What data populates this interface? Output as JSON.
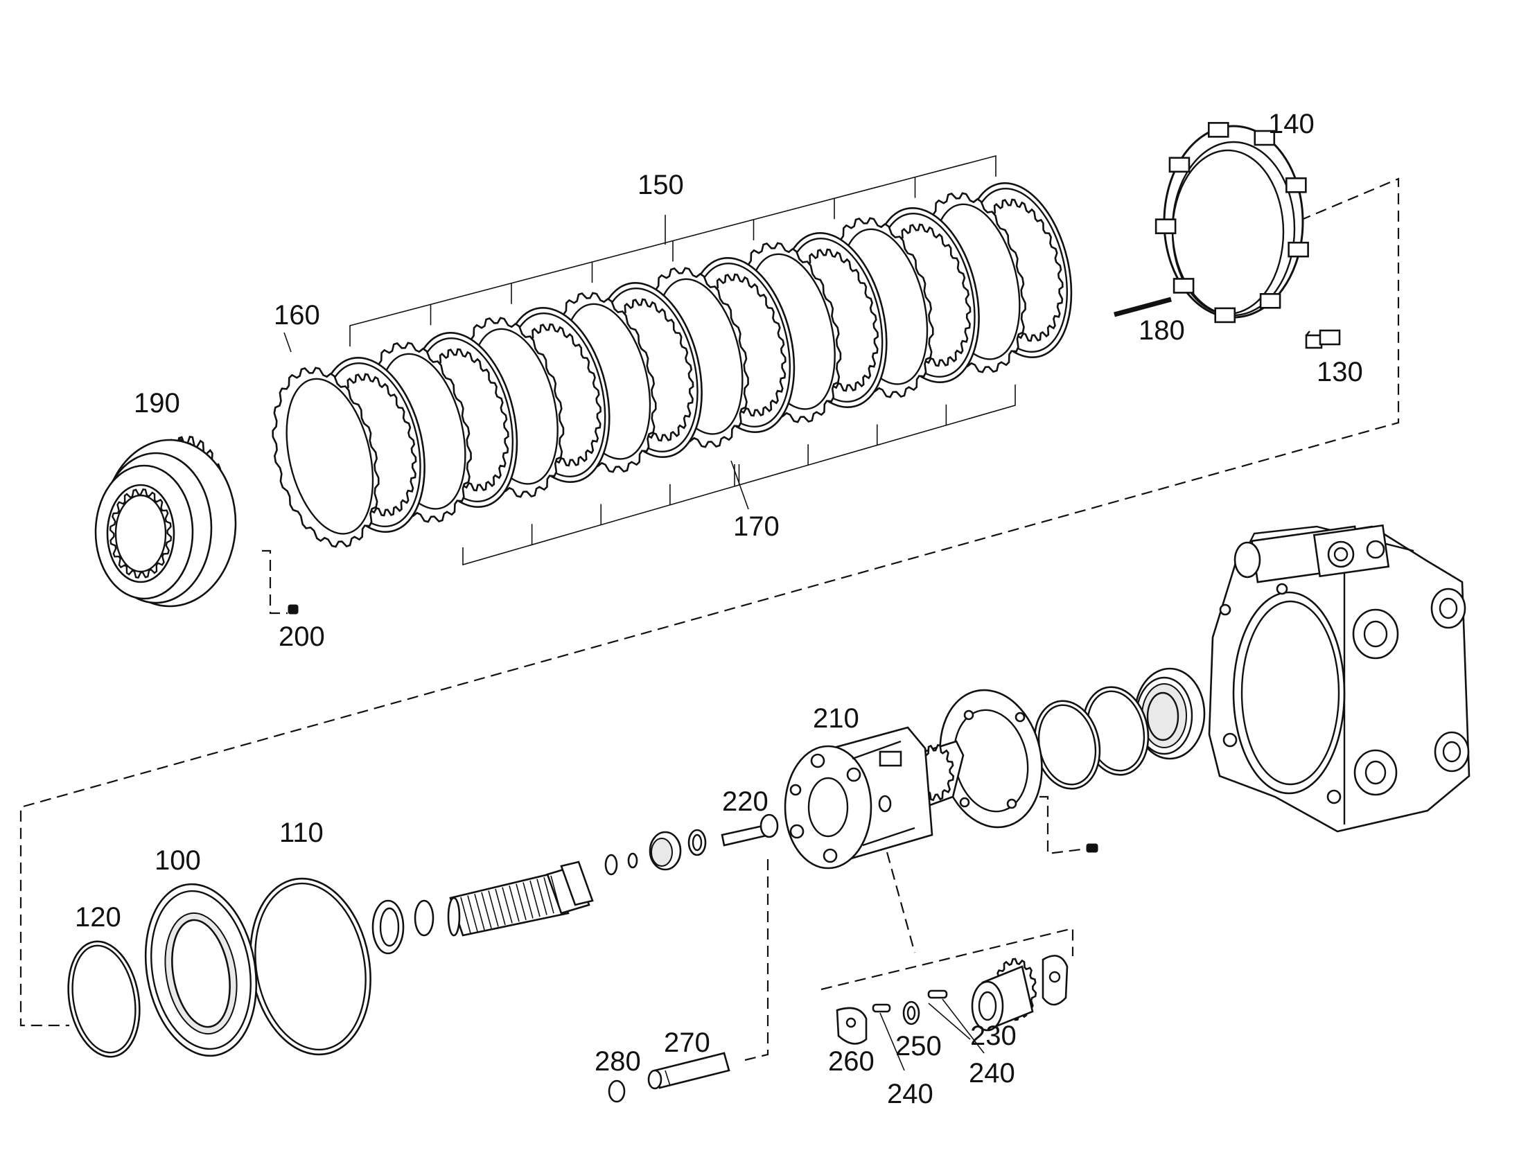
{
  "figure": {
    "title": "",
    "kind": "exploded-parts-diagram"
  },
  "callouts": [
    {
      "id": "c100",
      "text": "100"
    },
    {
      "id": "c110",
      "text": "110"
    },
    {
      "id": "c120",
      "text": "120"
    },
    {
      "id": "c130",
      "text": "130"
    },
    {
      "id": "c140",
      "text": "140"
    },
    {
      "id": "c150",
      "text": "150"
    },
    {
      "id": "c160",
      "text": "160"
    },
    {
      "id": "c170",
      "text": "170"
    },
    {
      "id": "c180",
      "text": "180"
    },
    {
      "id": "c190",
      "text": "190"
    },
    {
      "id": "c200",
      "text": "200"
    },
    {
      "id": "c210",
      "text": "210"
    },
    {
      "id": "c220",
      "text": "220"
    },
    {
      "id": "c230",
      "text": "230"
    },
    {
      "id": "c240a",
      "text": "240"
    },
    {
      "id": "c240b",
      "text": "240"
    },
    {
      "id": "c250",
      "text": "250"
    },
    {
      "id": "c260",
      "text": "260"
    },
    {
      "id": "c270",
      "text": "270"
    },
    {
      "id": "c280",
      "text": "280"
    }
  ]
}
